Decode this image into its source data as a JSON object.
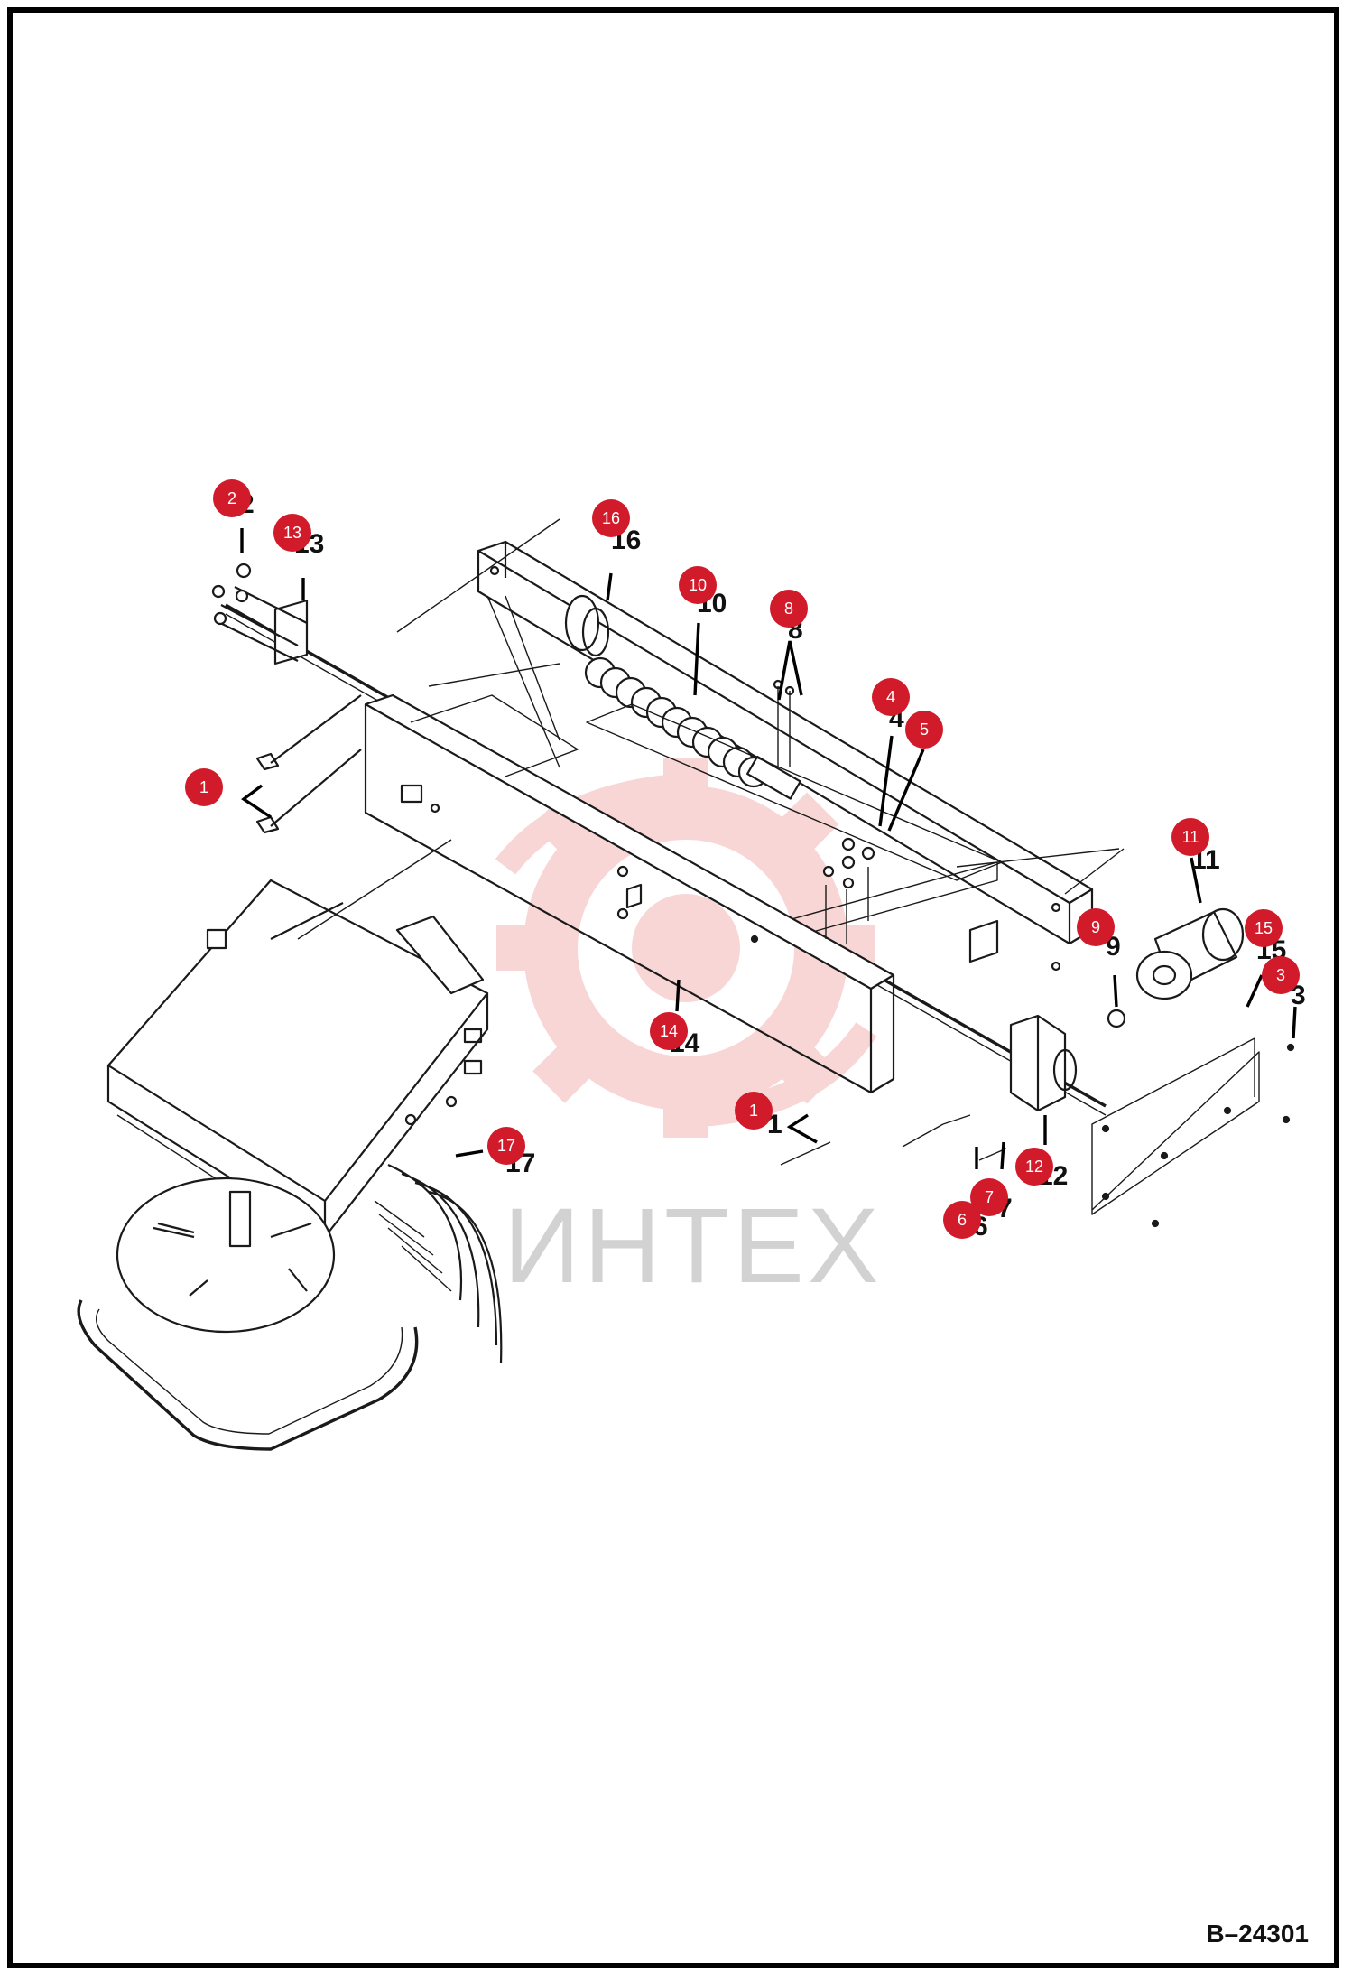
{
  "watermark": {
    "text": "ИНТЕХ",
    "color": "#f3b5b5"
  },
  "reference_code": "B–24301",
  "callout_color": "#d11a2a",
  "callouts": [
    {
      "id": "2",
      "label": "2"
    },
    {
      "id": "13",
      "label": "13"
    },
    {
      "id": "16",
      "label": "16"
    },
    {
      "id": "10",
      "label": "10"
    },
    {
      "id": "8",
      "label": "8"
    },
    {
      "id": "4",
      "label": "4"
    },
    {
      "id": "5",
      "label": "5"
    },
    {
      "id": "1a",
      "label": "1"
    },
    {
      "id": "11",
      "label": "11"
    },
    {
      "id": "9",
      "label": "9"
    },
    {
      "id": "15",
      "label": "15"
    },
    {
      "id": "3",
      "label": "3"
    },
    {
      "id": "14",
      "label": "14"
    },
    {
      "id": "1b",
      "label": "1"
    },
    {
      "id": "17",
      "label": "17"
    },
    {
      "id": "12",
      "label": "12"
    },
    {
      "id": "7",
      "label": "7"
    },
    {
      "id": "6",
      "label": "6"
    }
  ]
}
